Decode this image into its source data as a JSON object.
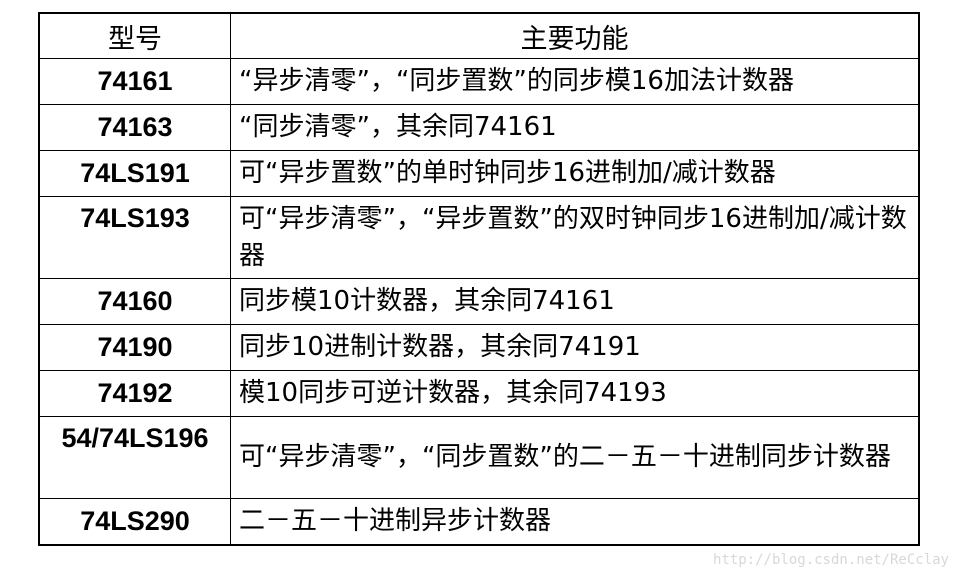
{
  "headers": {
    "model": "型号",
    "function": "主要功能"
  },
  "rows": [
    {
      "model": "74161",
      "function": "“异步清零”，“同步置数”的同步模16加法计数器"
    },
    {
      "model": "74163",
      "function": "“同步清零”，其余同74161"
    },
    {
      "model": "74LS191",
      "function": "可“异步置数”的单时钟同步16进制加/减计数器"
    },
    {
      "model": "74LS193",
      "function": "可“异步清零”，“异步置数”的双时钟同步16进制加/减计数器"
    },
    {
      "model": "74160",
      "function": "同步模10计数器，其余同74161"
    },
    {
      "model": "74190",
      "function": "同步10进制计数器，其余同74191"
    },
    {
      "model": "74192",
      "function": "模10同步可逆计数器，其余同74193"
    },
    {
      "model": "54/74LS196",
      "function": "可“异步清零”，“同步置数”的二－五－十进制同步计数器"
    },
    {
      "model": "74LS290",
      "function": "二－五－十进制异步计数器"
    }
  ],
  "colors": {
    "red": "#ff0000",
    "blue": "#1a1acc"
  },
  "watermark": "http://blog.csdn.net/ReCclay"
}
